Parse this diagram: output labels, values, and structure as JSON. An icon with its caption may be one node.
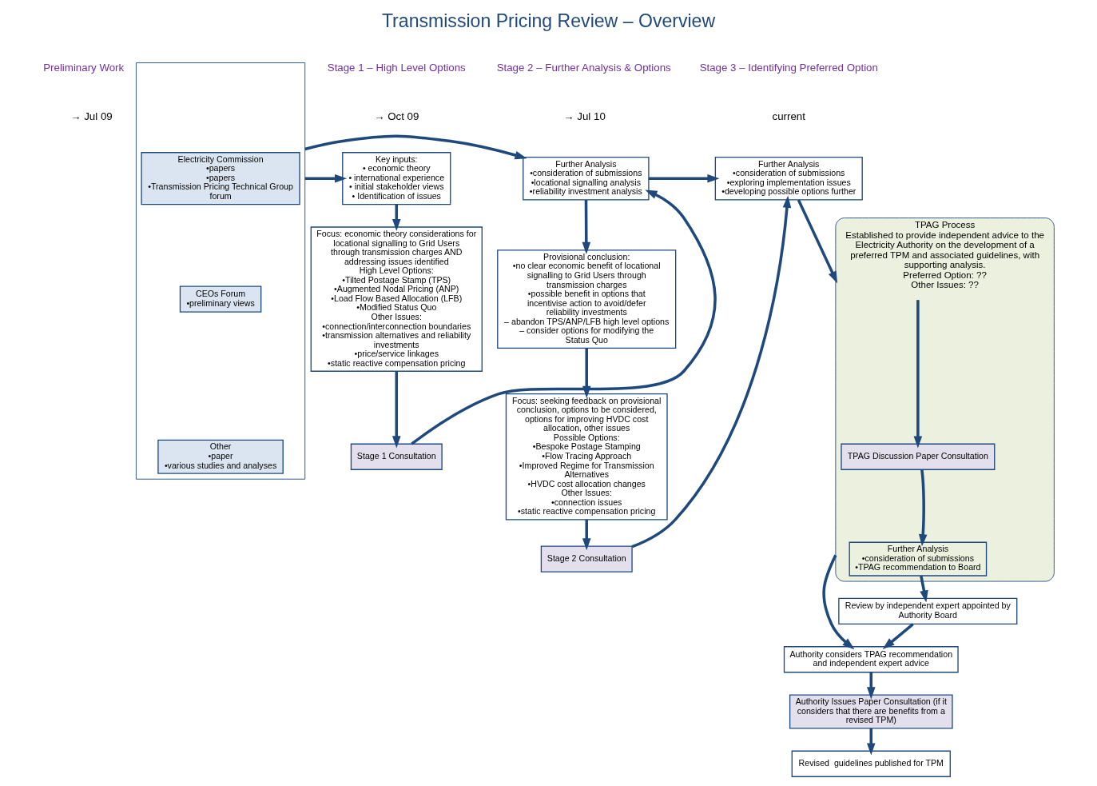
{
  "diagram": {
    "title": "Transmission Pricing Review – Overview",
    "nodes": [
      {
        "text": [],
        "shape": "box"
      },
      {
        "text": [
          "Electricity Commission",
          "•papers",
          "•papers",
          "•Transmission Pricing Technical Group forum"
        ],
        "in": 0
      },
      {
        "text": [
          "CEOs Forum",
          "•preliminary views"
        ],
        "in": 0
      },
      {
        "text": [
          "Other",
          "•paper",
          "•various studies and analyses"
        ],
        "in": 0
      },
      {
        "text": [
          "Key inputs:",
          "• economic theory",
          "• international experience",
          "• initial stakeholder views",
          "• Identification of issues"
        ]
      },
      {
        "text": [
          "Focus: economic theory considerations for locational signalling to Grid Users through transmission charges AND addressing issues identified",
          "High Level Options:",
          "•Tilted Postage Stamp (TPS)",
          "•Augmented Nodal Pricing (ANP)",
          "•Load Flow Based Allocation (LFB)",
          "•Modified Status Quo",
          "Other Issues:",
          "•connection/interconnection boundaries",
          "•transmission alternatives and reliability investments",
          "•price/service linkages",
          "•static reactive compensation pricing"
        ]
      },
      {
        "text": [
          "Stage 1 Consultation"
        ]
      },
      {
        "text": [
          "Further Analysis",
          "•consideration of submissions",
          "•locational signalling analysis",
          "•reliability investment analysis"
        ]
      },
      {
        "text": [
          "Provisional conclusion:",
          "•no clear economic benefit of locational signalling to Grid Users through transmission charges",
          "•possible benefit in options that incentivise action to avoid/defer reliability investments",
          "– abandon TPS/ANP/LFB high level options",
          "– consider options for modifying the Status Quo"
        ]
      },
      {
        "text": [
          "Focus: seeking feedback on provisional conclusion, options to be considered, options for improving HVDC cost allocation, other issues",
          "Possible Options:",
          "•Bespoke Postage Stamping",
          "•Flow Tracing Approach",
          "•Improved Regime for Transmission Alternatives",
          "•HVDC cost allocation changes",
          "Other Issues:",
          "•connection issues",
          "•static reactive compensation pricing"
        ]
      },
      {
        "text": [
          "Stage 2 Consultation"
        ]
      },
      {
        "text": [
          "Further Analysis",
          "•consideration of submissions",
          "•exploring implementation issues",
          "•developing possible options further"
        ]
      },
      {
        "text": [
          "TPAG Process",
          "Established to provide independent advice to the Electricity Authority on the development of a preferred TPM and associated guidelines, with supporting analysis.",
          "Preferred Option: ??",
          "Other Issues: ??"
        ]
      },
      {
        "text": [
          "TPAG Discussion Paper Consultation"
        ],
        "in": 12
      },
      {
        "text": [
          "Further Analysis",
          "•consideration of submissions",
          "•TPAG recommendation to Board"
        ],
        "in": 12
      },
      {
        "text": [
          "Review by independent expert appointed by Authority Board"
        ]
      },
      {
        "text": [
          "Authority considers TPAG recommendation and independent expert advice"
        ]
      },
      {
        "text": [
          "Authority Issues Paper Consultation (if it considers that there are benefits from a revised TPM)"
        ]
      },
      {
        "text": [
          "Revised  guidelines published for TPM"
        ]
      }
    ],
    "edges": [
      {
        "from": 0,
        "to": 4,
        "arrow": "to"
      },
      {
        "from": 0,
        "to": 7,
        "arrow": "to"
      },
      {
        "from": 4,
        "to": 5,
        "arrow": "to"
      },
      {
        "from": 5,
        "to": 6,
        "arrow": "to"
      },
      {
        "from": 6,
        "to": 7,
        "arrow": "to"
      },
      {
        "from": 7,
        "to": 8,
        "arrow": "to"
      },
      {
        "from": 8,
        "to": 9,
        "arrow": "to"
      },
      {
        "from": 9,
        "to": 10,
        "arrow": "to"
      },
      {
        "from": 7,
        "to": 11,
        "arrow": "to"
      },
      {
        "from": 10,
        "to": 11,
        "arrow": "to"
      },
      {
        "from": 11,
        "to": 12,
        "arrow": "to"
      },
      {
        "from": null,
        "to": 13,
        "arrow": "to"
      },
      {
        "from": 13,
        "to": 14,
        "arrow": "to"
      },
      {
        "from": 14,
        "to": 15,
        "arrow": "to"
      },
      {
        "from": 12,
        "to": 16,
        "arrow": "to"
      },
      {
        "from": 15,
        "to": 16,
        "arrow": "to"
      },
      {
        "from": 16,
        "to": 17,
        "arrow": "to"
      },
      {
        "from": 17,
        "to": 18,
        "arrow": "to"
      }
    ],
    "labels": [
      "Preliminary Work",
      "Stage 1 – High Level Options",
      "Stage 2 – Further Analysis & Options",
      "Stage 3 – Identifying Preferred Option",
      "→ Jul 09",
      "→ Oct 09",
      "→ Jul 10",
      "current"
    ]
  }
}
